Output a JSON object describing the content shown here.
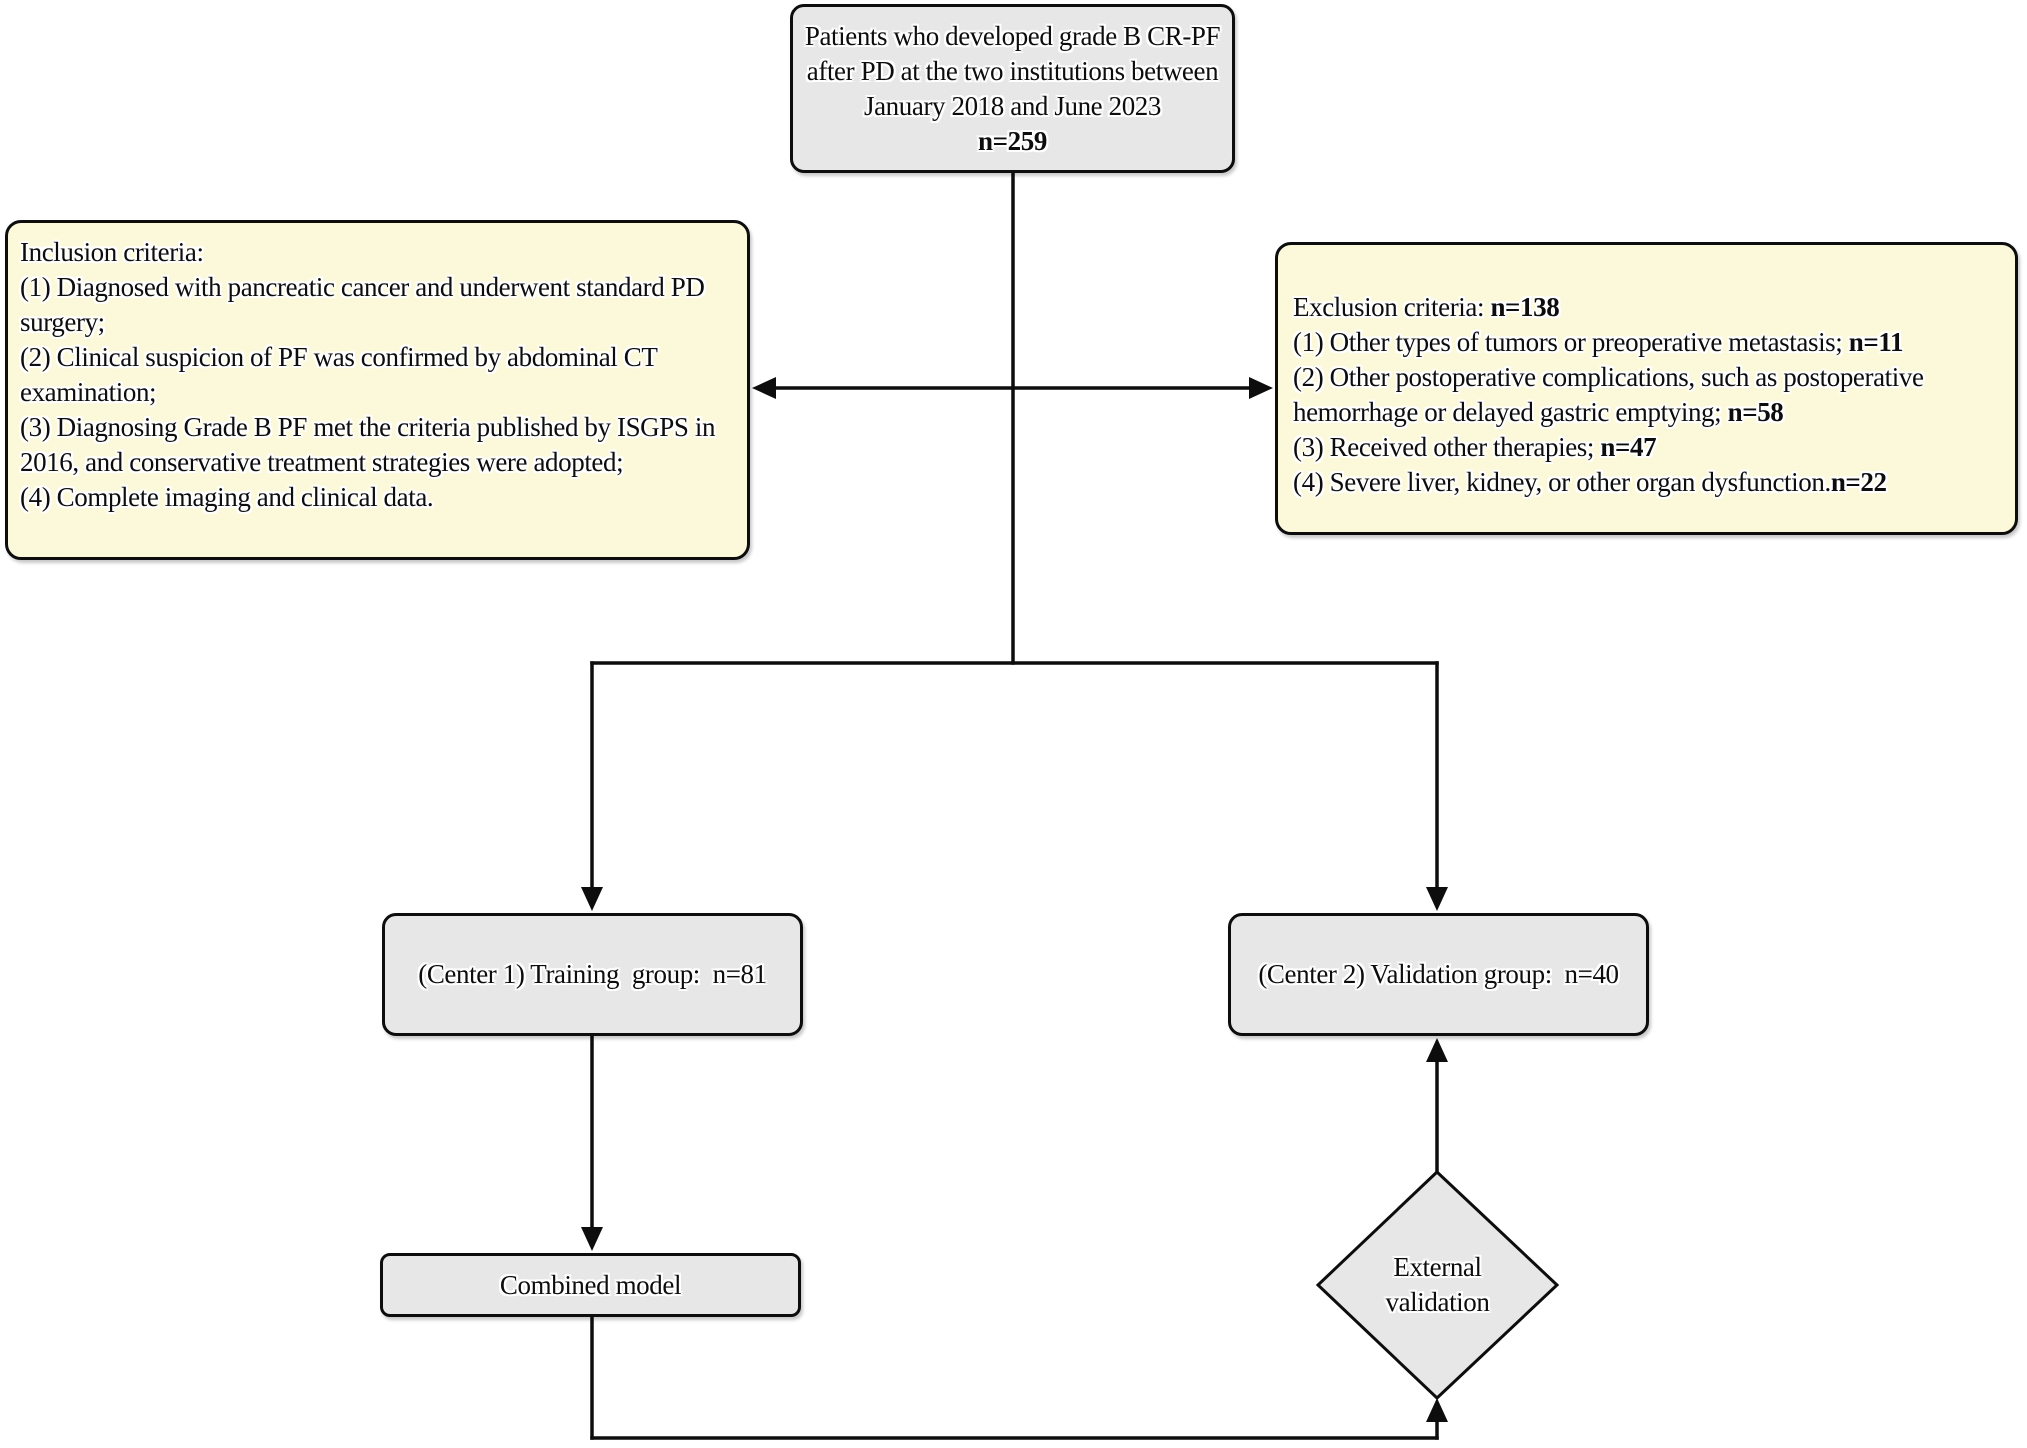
{
  "figure": {
    "top_box": {
      "text": "Patients who developed grade B CR-PF after PD at the two institutions between January 2018 and June 2023",
      "n": "n=259"
    },
    "inclusion_box": {
      "title": "Inclusion criteria:",
      "items": [
        "(1) Diagnosed with pancreatic cancer and underwent standard PD surgery;",
        "(2) Clinical suspicion of PF was confirmed by abdominal CT examination;",
        "(3) Diagnosing Grade B PF met the criteria published by ISGPS in 2016, and conservative treatment strategies were adopted;",
        "(4) Complete imaging and clinical data."
      ]
    },
    "exclusion_box": {
      "title": "Exclusion criteria: ",
      "title_n": "n=138",
      "items": [
        {
          "text": "(1) Other types of tumors or preoperative metastasis; ",
          "n": "n=11"
        },
        {
          "text": "(2) Other postoperative complications, such as postoperative hemorrhage or delayed gastric emptying; ",
          "n": "n=58"
        },
        {
          "text": "(3) Received other therapies; ",
          "n": "n=47"
        },
        {
          "text": "(4) Severe liver, kidney, or other organ dysfunction.",
          "n": "n=22"
        }
      ]
    },
    "training_box": {
      "label": "(Center 1) Training  group:  n=81"
    },
    "validation_box": {
      "label": "(Center 2) Validation group:  n=40"
    },
    "combined_box": {
      "label": "Combined model"
    },
    "external_diamond": {
      "line1": "External",
      "line2": "validation"
    },
    "colors": {
      "process_fill": "#e7e7e7",
      "note_fill": "#fcf8da",
      "border": "#0d0d0d",
      "connector": "#0d0d0d",
      "background": "#ffffff"
    }
  }
}
